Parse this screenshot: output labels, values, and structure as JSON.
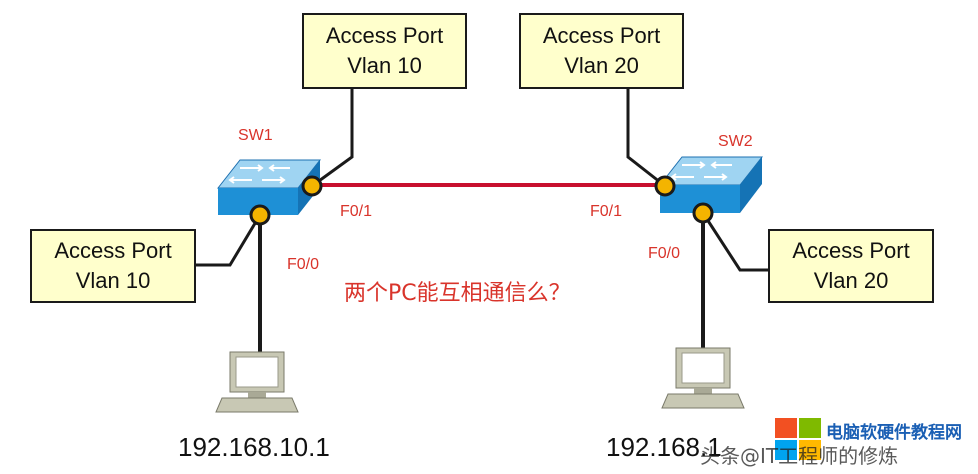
{
  "diagram": {
    "sw1": {
      "name": "SW1",
      "top_box": {
        "line1": "Access Port",
        "line2": "Vlan 10"
      },
      "left_box": {
        "line1": "Access Port",
        "line2": "Vlan 10"
      },
      "port_trunk": "F0/1",
      "port_pc": "F0/0",
      "pc_ip": "192.168.10.1"
    },
    "sw2": {
      "name": "SW2",
      "top_box": {
        "line1": "Access Port",
        "line2": "Vlan 20"
      },
      "right_box": {
        "line1": "Access Port",
        "line2": "Vlan 20"
      },
      "port_trunk": "F0/1",
      "port_pc": "F0/0",
      "pc_ip": "192.168.1"
    },
    "question": "两个PC能互相通信么？",
    "colors": {
      "link": "#c8102e",
      "label_red": "#d9342b",
      "callout_fill": "#ffffcc",
      "switch_blue": "#1e90d6",
      "port_dot": "#f4b400"
    }
  },
  "watermark": {
    "text_main": "电脑软硬件教程网",
    "text_overlay": "头条@IT工程师的修炼",
    "icon": "windows-logo-icon"
  }
}
